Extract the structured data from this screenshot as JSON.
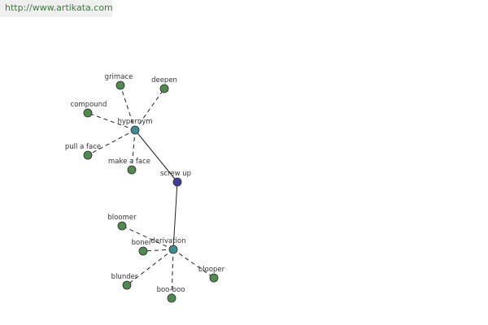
{
  "header": {
    "url": "http://www.artikata.com"
  },
  "graph": {
    "colors": {
      "leaf": "#4f8a4f",
      "hub": "#3d8f8f",
      "center": "#3e3e9a",
      "edge": "#222222"
    },
    "nodes": [
      {
        "id": "screw-up",
        "label": "screw up",
        "kind": "center"
      },
      {
        "id": "hypernym",
        "label": "hypernym",
        "kind": "hub"
      },
      {
        "id": "derivation",
        "label": "derivation",
        "kind": "hub"
      },
      {
        "id": "grimace",
        "label": "grimace",
        "kind": "leaf"
      },
      {
        "id": "deepen",
        "label": "deepen",
        "kind": "leaf"
      },
      {
        "id": "compound",
        "label": "compound",
        "kind": "leaf"
      },
      {
        "id": "pull-a-face",
        "label": "pull a face",
        "kind": "leaf"
      },
      {
        "id": "make-a-face",
        "label": "make a face",
        "kind": "leaf"
      },
      {
        "id": "bloomer",
        "label": "bloomer",
        "kind": "leaf"
      },
      {
        "id": "boner",
        "label": "boner",
        "kind": "leaf"
      },
      {
        "id": "blunder",
        "label": "blunder",
        "kind": "leaf"
      },
      {
        "id": "boo-boo",
        "label": "boo-boo",
        "kind": "leaf"
      },
      {
        "id": "blooper",
        "label": "blooper",
        "kind": "leaf"
      }
    ],
    "edges": [
      {
        "from": "screw-up",
        "to": "hypernym",
        "style": "solid"
      },
      {
        "from": "screw-up",
        "to": "derivation",
        "style": "solid"
      },
      {
        "from": "hypernym",
        "to": "grimace",
        "style": "dashed"
      },
      {
        "from": "hypernym",
        "to": "deepen",
        "style": "dashed"
      },
      {
        "from": "hypernym",
        "to": "compound",
        "style": "dashed"
      },
      {
        "from": "hypernym",
        "to": "pull-a-face",
        "style": "dashed"
      },
      {
        "from": "hypernym",
        "to": "make-a-face",
        "style": "dashed"
      },
      {
        "from": "derivation",
        "to": "bloomer",
        "style": "dashed"
      },
      {
        "from": "derivation",
        "to": "boner",
        "style": "dashed"
      },
      {
        "from": "derivation",
        "to": "blunder",
        "style": "dashed"
      },
      {
        "from": "derivation",
        "to": "boo-boo",
        "style": "dashed"
      },
      {
        "from": "derivation",
        "to": "blooper",
        "style": "dashed"
      }
    ]
  }
}
